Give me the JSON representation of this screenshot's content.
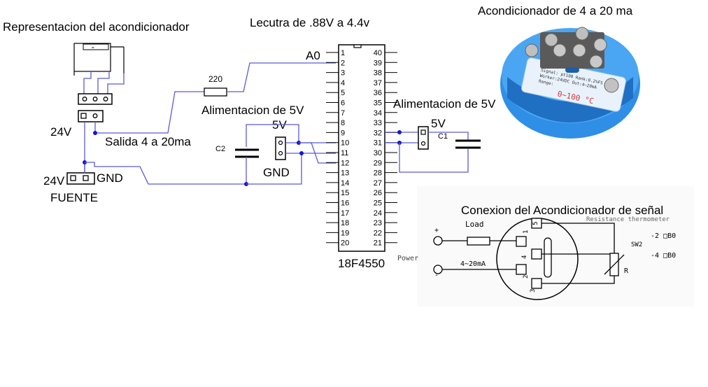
{
  "labels": {
    "representacion": "Representacion del acondicionador",
    "lectura": "Lecutra de .88V a 4.4v",
    "a0": "A0",
    "res220": "220",
    "alim_left": "Alimentacion de 5V",
    "alim_right": "Alimentacion de 5V",
    "v5_left": "5V",
    "v5_right": "5V",
    "gnd_mid": "GND",
    "c2": "C2",
    "c1": "C1",
    "v24_top": "24V",
    "salida": "Salida 4 a 20ma",
    "v24_bottom": "24V",
    "gnd_left": "GND",
    "fuente": "FUENTE",
    "chip": "18F4550",
    "photo_title": "Acondicionador de 4 a 20 ma",
    "conexion_title": "Conexion del Acondicionador de señal"
  },
  "chip_pins": {
    "left": [
      "1",
      "2",
      "3",
      "4",
      "5",
      "6",
      "7",
      "8",
      "9",
      "10",
      "11",
      "12",
      "13",
      "14",
      "15",
      "16",
      "17",
      "18",
      "19",
      "20"
    ],
    "right": [
      "40",
      "39",
      "38",
      "37",
      "36",
      "35",
      "34",
      "33",
      "32",
      "31",
      "30",
      "29",
      "28",
      "27",
      "26",
      "25",
      "24",
      "23",
      "22",
      "21"
    ]
  },
  "device_label": {
    "range": "0~100 °C",
    "line1": "Signal: pt100 Rank:0.2%FS",
    "line2": "Worker:24VDC Out:4~20mA",
    "line3": "Range:"
  },
  "wiring": {
    "plus": "+",
    "minus": "-",
    "load": "Load",
    "power": "Power",
    "current": "4~20mA",
    "resistance": "Resistance thermometer",
    "sw2": "SW2",
    "r": "R",
    "opt1": "-2 □B0",
    "opt2": "-4 □B0",
    "t1": "1",
    "t2": "2",
    "t3": "3",
    "t4": "4",
    "t5": "5"
  },
  "colors": {
    "wire": "#5a5ad6",
    "junction": "#1414d2",
    "device_blue": "#2f8fe6"
  }
}
